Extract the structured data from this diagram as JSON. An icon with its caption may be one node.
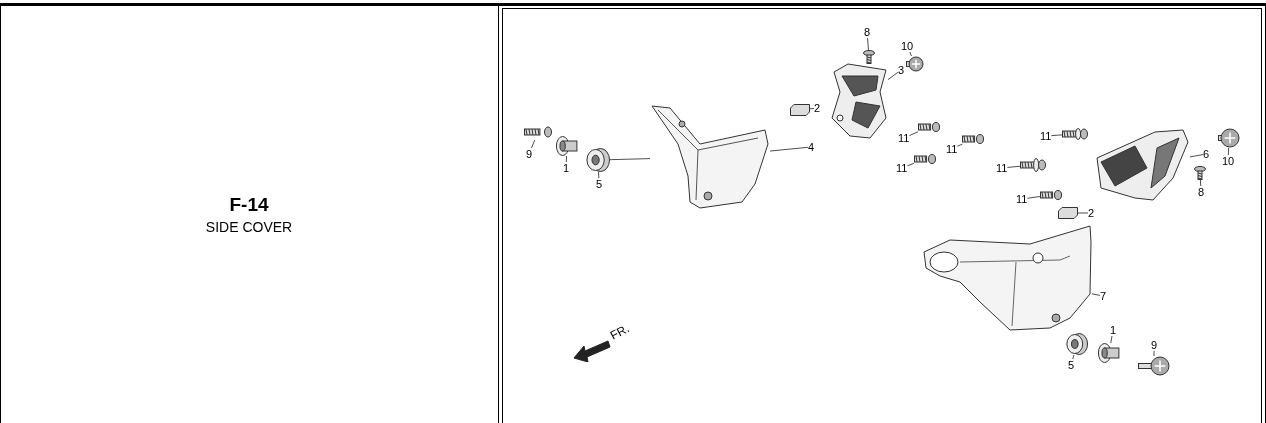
{
  "diagram": {
    "title": "F-14",
    "nodes": [
      {
        "text": [
          "8"
        ]
      },
      {
        "text": [
          "10"
        ]
      },
      {
        "text": [
          "3"
        ]
      },
      {
        "text": [
          "2"
        ]
      },
      {
        "text": [
          "11"
        ]
      },
      {
        "text": [
          "11"
        ]
      },
      {
        "text": [
          "4"
        ]
      },
      {
        "text": [
          "11"
        ]
      },
      {
        "text": [
          "9"
        ]
      },
      {
        "text": [
          "6"
        ]
      },
      {
        "text": [
          "10"
        ]
      },
      {
        "text": [
          "1"
        ]
      },
      {
        "text": [
          "11"
        ]
      },
      {
        "text": [
          "11"
        ]
      },
      {
        "text": [
          "5"
        ]
      },
      {
        "text": [
          "8"
        ]
      },
      {
        "text": [
          "11"
        ]
      },
      {
        "text": [
          "2"
        ]
      },
      {
        "text": [
          "7"
        ]
      },
      {
        "text": [
          "1"
        ]
      },
      {
        "text": [
          "9"
        ]
      },
      {
        "text": [
          "5"
        ]
      },
      {
        "text": [],
        "shape": "picture"
      },
      {
        "text": [],
        "shape": "picture"
      },
      {
        "text": [],
        "shape": "picture"
      },
      {
        "text": [],
        "shape": "picture"
      },
      {
        "text": [],
        "shape": "box"
      },
      {
        "text": [],
        "shape": "picture"
      },
      {
        "text": [],
        "shape": "picture"
      },
      {
        "text": [],
        "shape": "picture"
      },
      {
        "text": [],
        "shape": "picture"
      },
      {
        "text": [],
        "shape": "picture"
      },
      {
        "text": [],
        "shape": "picture"
      },
      {
        "text": [],
        "shape": "picture"
      },
      {
        "text": [],
        "shape": "picture"
      },
      {
        "text": [],
        "shape": "picture"
      },
      {
        "text": [],
        "shape": "picture"
      },
      {
        "text": [],
        "shape": "box"
      },
      {
        "text": [],
        "shape": "picture"
      },
      {
        "text": [],
        "shape": "picture"
      },
      {
        "text": [],
        "shape": "picture"
      },
      {
        "text": [],
        "shape": "picture"
      },
      {
        "text": [],
        "shape": "picture"
      },
      {
        "text": [],
        "shape": "picture"
      }
    ],
    "edges": [
      {
        "from": 0,
        "to": 28,
        "arrow": "none"
      },
      {
        "from": 1,
        "to": 29,
        "arrow": "none"
      },
      {
        "from": 2,
        "to": 27,
        "arrow": "none"
      },
      {
        "from": 3,
        "to": 26,
        "arrow": "none"
      },
      {
        "from": 4,
        "to": 35,
        "arrow": "none"
      },
      {
        "from": 5,
        "to": 30,
        "arrow": "none"
      },
      {
        "from": 6,
        "to": 25,
        "arrow": "none"
      },
      {
        "from": 7,
        "to": 32,
        "arrow": "none"
      },
      {
        "from": 8,
        "to": 22,
        "arrow": "none"
      },
      {
        "from": 9,
        "to": 36,
        "arrow": "none"
      },
      {
        "from": 10,
        "to": 39,
        "arrow": "none"
      },
      {
        "from": 11,
        "to": 23,
        "arrow": "none"
      },
      {
        "from": 12,
        "to": 31,
        "arrow": "none"
      },
      {
        "from": 13,
        "to": 33,
        "arrow": "none"
      },
      {
        "from": 14,
        "to": 24,
        "arrow": "none"
      },
      {
        "from": 15,
        "to": 38,
        "arrow": "none"
      },
      {
        "from": 16,
        "to": 34,
        "arrow": "none"
      },
      {
        "from": 17,
        "to": 37,
        "arrow": "none"
      },
      {
        "from": 18,
        "to": 40,
        "arrow": "none"
      },
      {
        "from": 19,
        "to": 42,
        "arrow": "none"
      },
      {
        "from": 20,
        "to": 43,
        "arrow": "none"
      },
      {
        "from": 21,
        "to": 41,
        "arrow": "none"
      },
      {
        "from": 24,
        "to": 25,
        "arrow": "none"
      }
    ],
    "labels": [
      "SIDE COVER",
      "FR."
    ]
  }
}
